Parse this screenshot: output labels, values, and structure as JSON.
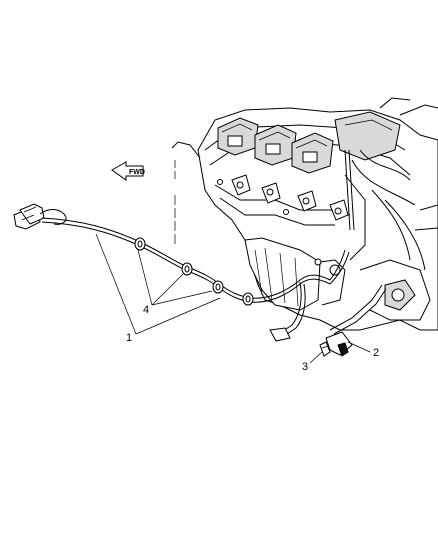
{
  "callouts": {
    "c1": "1",
    "c2": "2",
    "c3": "3",
    "c4": "4"
  },
  "direction_arrow": {
    "label": "FWD",
    "icon": "direction-arrow-icon"
  },
  "colors": {
    "line": "#000000",
    "background": "#ffffff"
  }
}
